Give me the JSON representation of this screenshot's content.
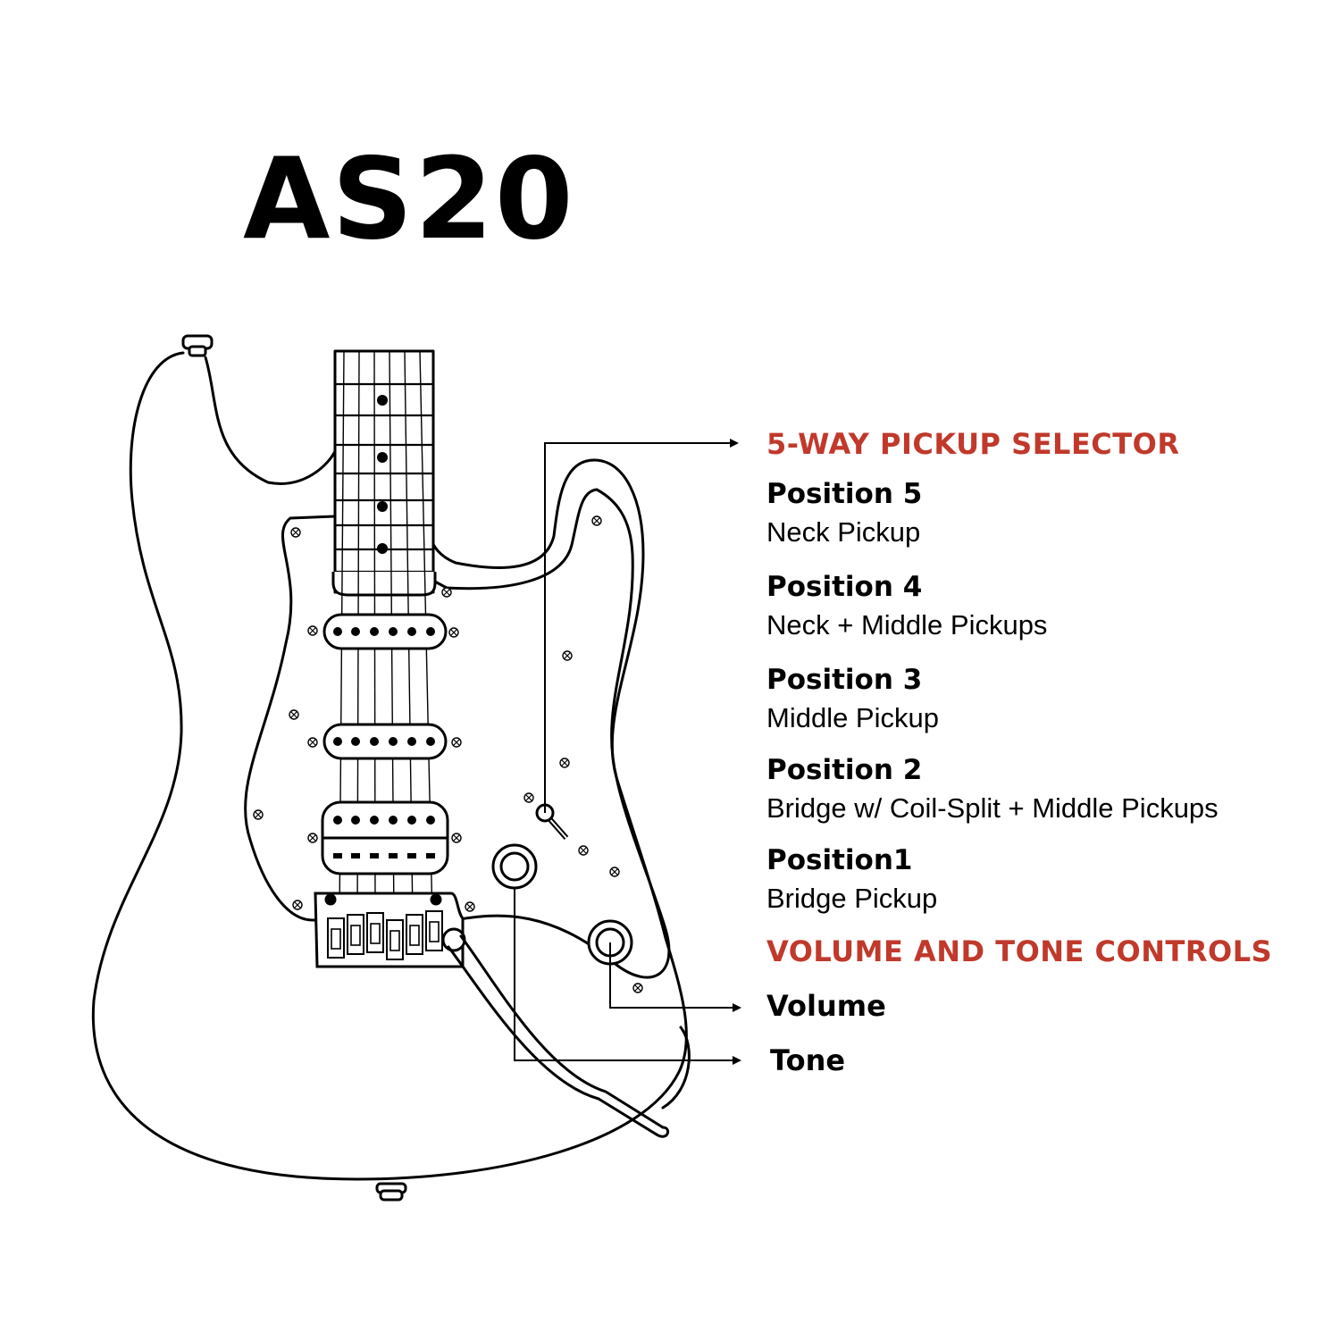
{
  "title": "AS20",
  "selector": {
    "heading": "5-WAY PICKUP SELECTOR",
    "positions": [
      {
        "label": "Position 5",
        "desc": "Neck Pickup"
      },
      {
        "label": "Position 4",
        "desc": "Neck + Middle Pickups"
      },
      {
        "label": "Position 3",
        "desc": "Middle Pickup"
      },
      {
        "label": "Position 2",
        "desc": "Bridge w/ Coil-Split + Middle Pickups"
      },
      {
        "label": "Position1",
        "desc": "Bridge Pickup"
      }
    ]
  },
  "controls": {
    "heading": "VOLUME AND TONE CONTROLS",
    "volume": "Volume",
    "tone": "Tone"
  },
  "colors": {
    "accent": "#c0392b",
    "line": "#000000",
    "background": "#ffffff"
  }
}
